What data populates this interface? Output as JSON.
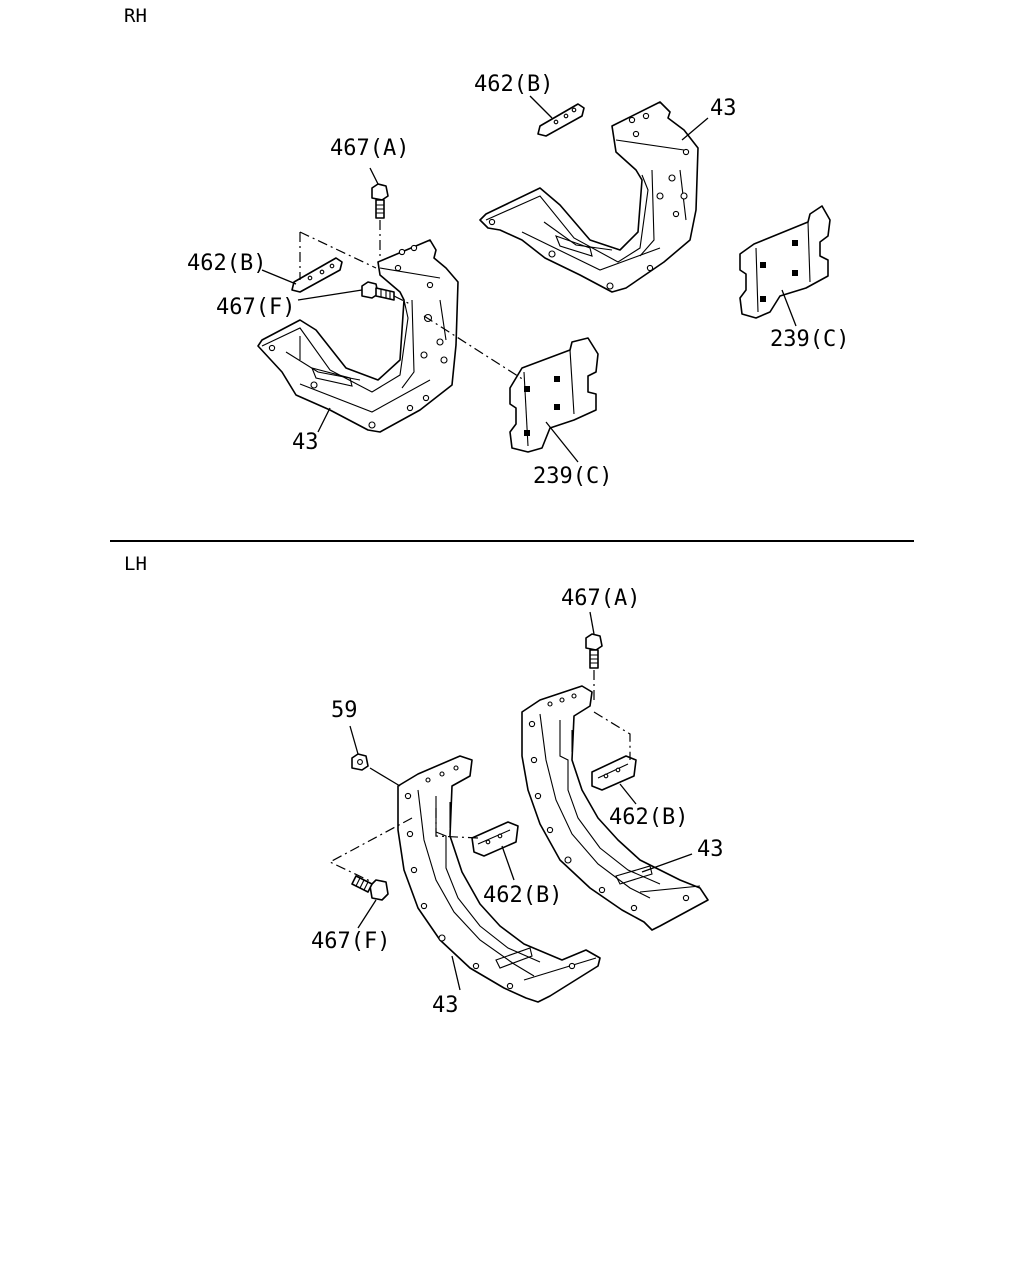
{
  "sections": {
    "rh": {
      "label": "RH"
    },
    "lh": {
      "label": "LH"
    }
  },
  "callouts": {
    "rh": {
      "bolt_a": "467(A)",
      "shim_upper": "462(B)",
      "shim_left": "462(B)",
      "bolt_f": "467(F)",
      "bracket_right": "43",
      "bracket_left": "43",
      "plate_front": "239(C)",
      "plate_rear": "239(C)"
    },
    "lh": {
      "bolt_a": "467(A)",
      "nut": "59",
      "bolt_f": "467(F)",
      "shim_left": "462(B)",
      "shim_right": "462(B)",
      "bracket_right": "43",
      "bracket_left": "43"
    }
  }
}
